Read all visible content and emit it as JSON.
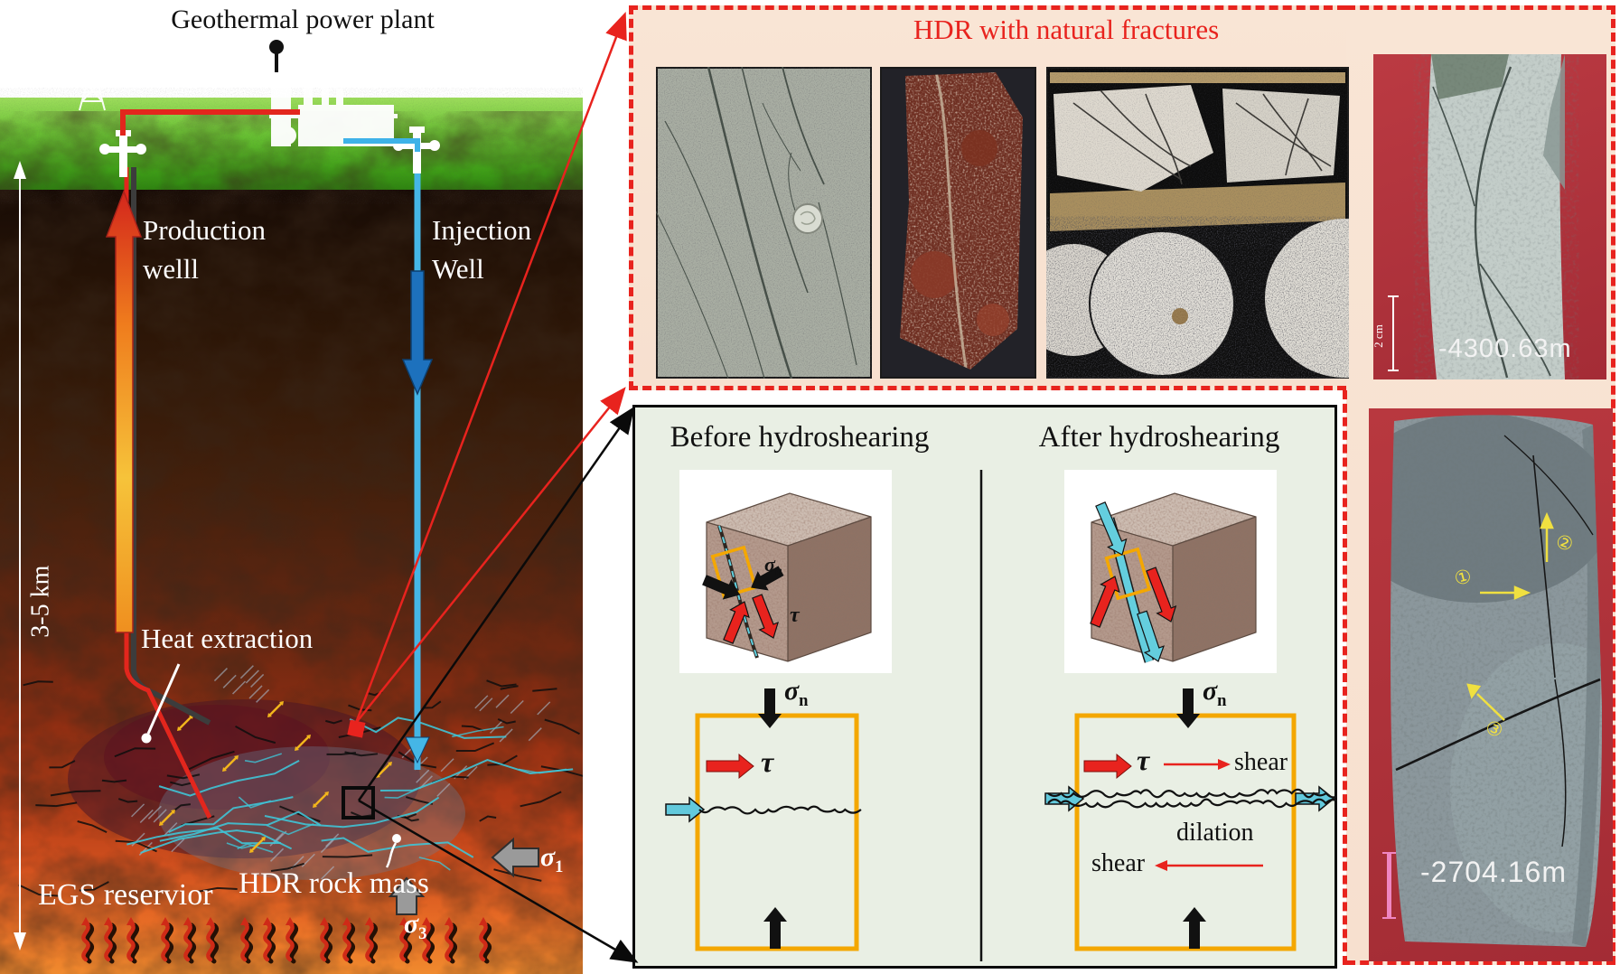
{
  "left_panel": {
    "title": "Geothermal power plant",
    "production_well": [
      "Production",
      "welll"
    ],
    "injection_well": [
      "Injection",
      "Well"
    ],
    "depth_scale": "3-5 km",
    "heat_extraction": "Heat extraction",
    "egs_reservoir": "EGS reservior",
    "hdr_rock_mass": "HDR rock mass",
    "sigma1": {
      "base": "σ",
      "sub": "1"
    },
    "sigma3": {
      "base": "σ",
      "sub": "3"
    }
  },
  "hdr_panel": {
    "title": "HDR with natural fractures",
    "core_depth": "-4300.63m",
    "scale_label": "2 cm"
  },
  "shear_panel": {
    "before_title": "Before hydroshearing",
    "after_title": "After hydroshearing",
    "sigma_n": {
      "base": "σ",
      "sub": "n"
    },
    "tau": "τ",
    "shear_label": "shear",
    "dilation_label": "dilation"
  },
  "right_column": {
    "core_depth": "-2704.16m",
    "annotations": [
      "①",
      "②",
      "③"
    ]
  },
  "colors": {
    "dash_red": "#e8231e",
    "panel_peach": "#f8e3d3",
    "panel_green": "#e9efe4",
    "diagram_yellow": "#f4a700",
    "cyan": "#62c9dc",
    "crimson": "#b5333c"
  },
  "decor": {
    "heat_icon_count": 16
  }
}
